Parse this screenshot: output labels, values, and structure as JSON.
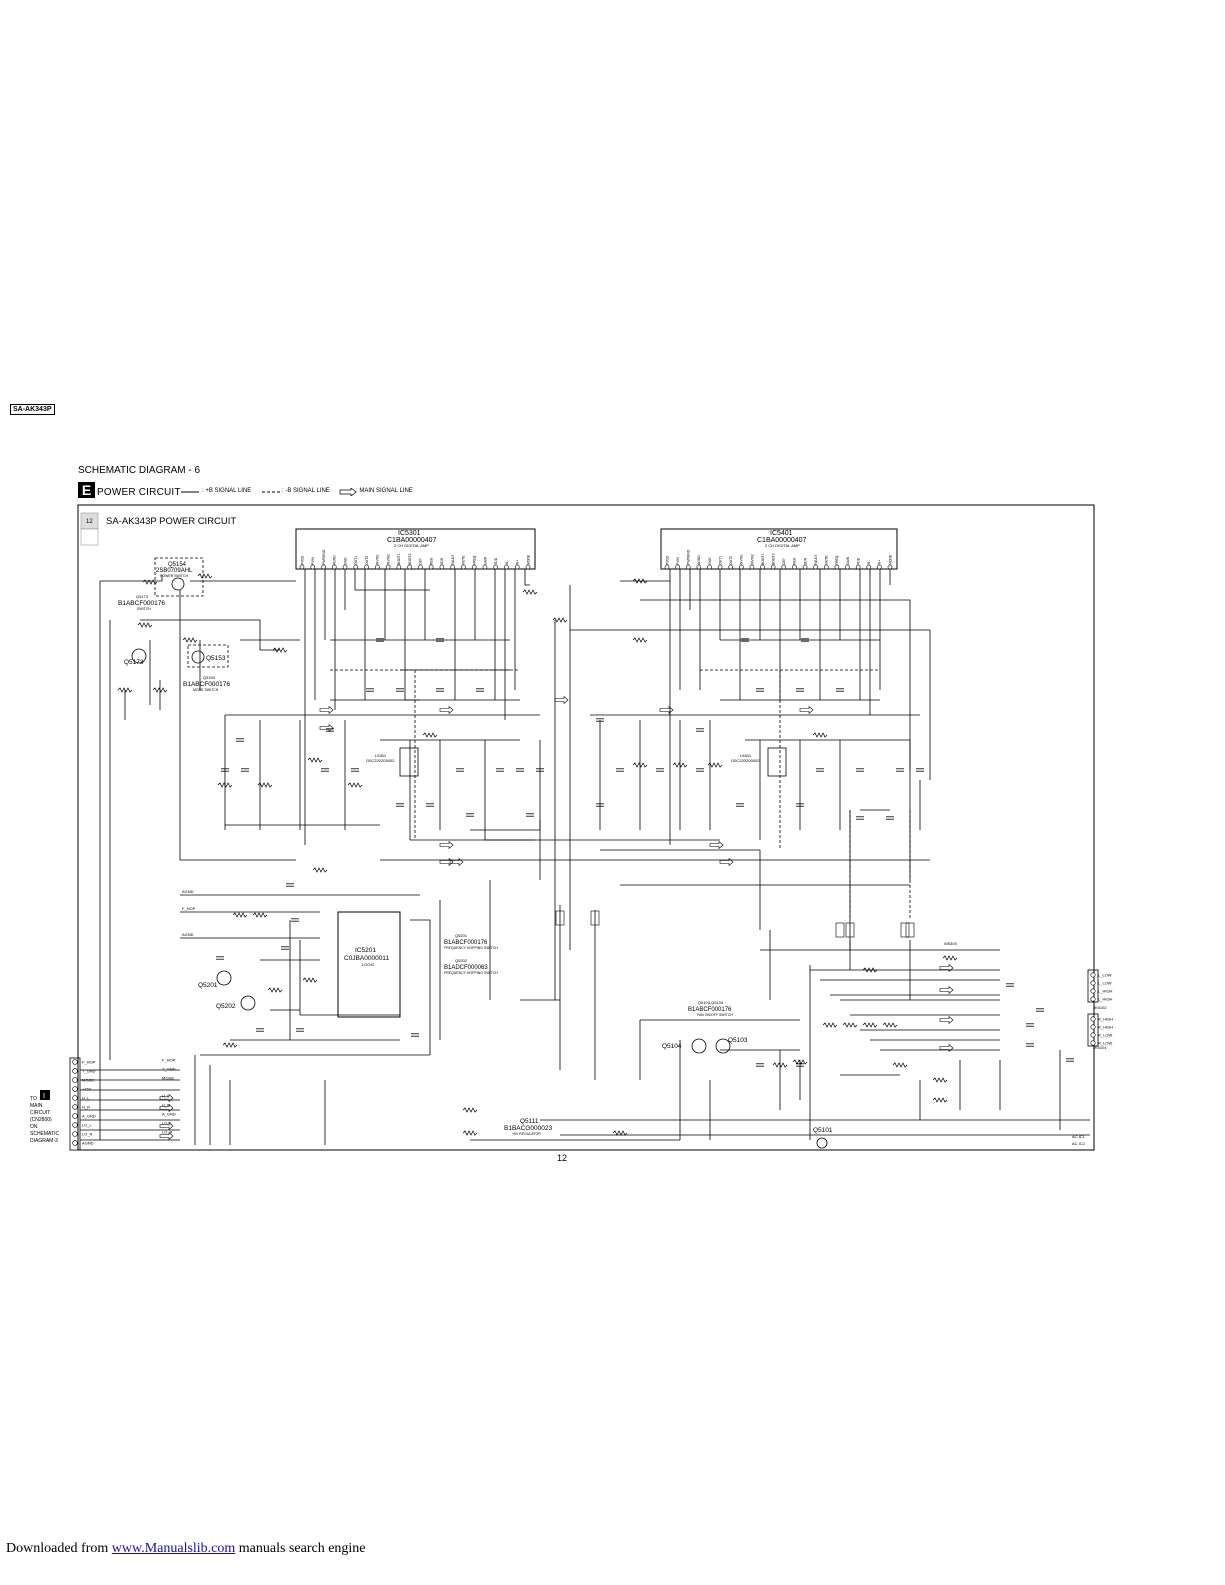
{
  "header": {
    "model_tag": "SA-AK343P",
    "diagram_title": "SCHEMATIC DIAGRAM - 6",
    "section_letter": "E",
    "section_title": "POWER CIRCUIT"
  },
  "legend": {
    "solid": ": +B SIGNAL LINE",
    "dashed": ": -B SIGNAL LINE",
    "main": ": MAIN SIGNAL LINE"
  },
  "panel": {
    "grid_label": "12",
    "title": "SA-AK343P POWER CIRCUIT"
  },
  "ics": {
    "ic5301": {
      "ref": "IC5301",
      "part": "C1BA00000407",
      "desc": "2 CH DIGITAL AMP"
    },
    "ic5401": {
      "ref": "IC5401",
      "part": "C1BA00000407",
      "desc": "2 CH DIGITAL AMP"
    },
    "ic5201": {
      "ref": "IC5201",
      "part": "C0JBA0000011",
      "desc": "LOGIC"
    }
  },
  "transistors": {
    "q5154": {
      "ref": "Q5154",
      "part": "2SB0709AHL",
      "desc": "POWER SWITCH"
    },
    "q5173": {
      "ref": "Q5173",
      "part": "B1ABCF000176",
      "desc": "SWITCH"
    },
    "q5153": {
      "ref": "Q5153",
      "part": "B1ABCF000176",
      "desc": "MODE SWITCH"
    },
    "q5201": {
      "ref": "Q5201",
      "part": "B1ABCF000176",
      "desc": "FREQUENCY HOPPING SWITCH"
    },
    "q5202": {
      "ref": "Q5202",
      "part": "B1ADCF000063",
      "desc": "FREQUENCY HOPPING SWITCH"
    },
    "q5103": {
      "ref": "Q5103,Q5104",
      "part": "B1ABCF000176",
      "desc": "FAN ON/OFF SWITCH"
    },
    "q5111": {
      "ref": "Q5111",
      "part": "B1BACG000023",
      "desc": "+5V REGULATOR"
    },
    "q5101": {
      "ref": "Q5101"
    }
  },
  "coils": {
    "l5301": {
      "ref": "L5301",
      "part": "G0C220Z00002"
    },
    "l5401": {
      "ref": "L5401",
      "part": "G0C220Z00002"
    }
  },
  "connectors": {
    "left_pins": [
      "F_HOP",
      "T_GND",
      "MODE",
      "+15V",
      "H_L",
      "H_R",
      "A_GND",
      "LO_L",
      "LO_R",
      "AGND"
    ],
    "left_signals": [
      "F_HOP",
      "T_GND",
      "MODE",
      "",
      "H_L",
      "H_R",
      "A_GND",
      "LO_L",
      "LO_R",
      ""
    ],
    "to_label": [
      "TO",
      "MAIN",
      "CIRCUIT",
      "(CN2800)",
      "ON",
      "SCHEMATIC",
      "DIAGRAM-3"
    ],
    "to_box": "I",
    "jk5102": {
      "ref": "JK5102",
      "pins": [
        "L_LOW",
        "L_LOW",
        "L_HIGH",
        "L_HIGH"
      ]
    },
    "jk5101": {
      "ref": "JK5101",
      "pins": [
        "R_HIGH",
        "R_HIGH",
        "R_LOW",
        "R_LOW"
      ]
    },
    "ac": [
      "AC IC1",
      "AC IC2"
    ]
  },
  "pins_5301": [
    "PVDD",
    "PVIN",
    "PWRGND",
    "AGND",
    "GND",
    "OUT1",
    "OUT2",
    "INVIN1",
    "INVIN2",
    "BOOT1",
    "BOOT2",
    "CBY",
    "REG",
    "SDN",
    "FAULT",
    "MUTE",
    "FREQ",
    "GAIN",
    "VDD",
    "IN-",
    "IN+",
    "MODE"
  ],
  "pins_5401": [
    "PVDD",
    "PVIN",
    "PWRGND",
    "AGND",
    "GND",
    "OUT1",
    "OUT2",
    "INVIN1",
    "INVIN2",
    "BOOT1",
    "BOOT2",
    "CBY",
    "REG",
    "SDN",
    "FAULT",
    "MUTE",
    "FREQ",
    "GAIN",
    "VDD",
    "IN-",
    "IN+",
    "MODE"
  ],
  "nets": {
    "agnd": "AGND",
    "f_hop": "F_HOP",
    "w5305": "W5305"
  },
  "page_number": "12",
  "footer": {
    "prefix": "Downloaded from ",
    "link": "www.Manualslib.com",
    "suffix": " manuals search engine"
  }
}
